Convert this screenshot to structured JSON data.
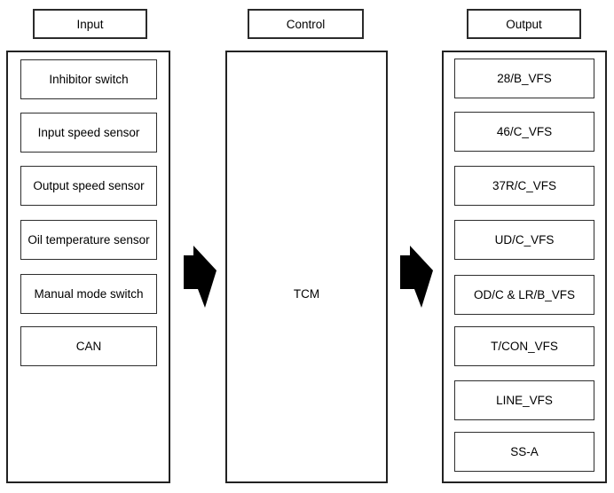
{
  "columns": {
    "input": {
      "header": "Input",
      "items": [
        "Inhibitor switch",
        "Input speed sensor",
        "Output speed sensor",
        "Oil temperature sensor",
        "Manual mode switch",
        "CAN"
      ]
    },
    "control": {
      "header": "Control",
      "label": "TCM"
    },
    "output": {
      "header": "Output",
      "items": [
        "28/B_VFS",
        "46/C_VFS",
        "37R/C_VFS",
        "UD/C_VFS",
        "OD/C & LR/B_VFS",
        "T/CON_VFS",
        "LINE_VFS",
        "SS-A"
      ]
    }
  },
  "colors": {
    "background": "#ffffff",
    "line": "#2b2b2b",
    "arrow": "#000000",
    "text": "#000000"
  }
}
